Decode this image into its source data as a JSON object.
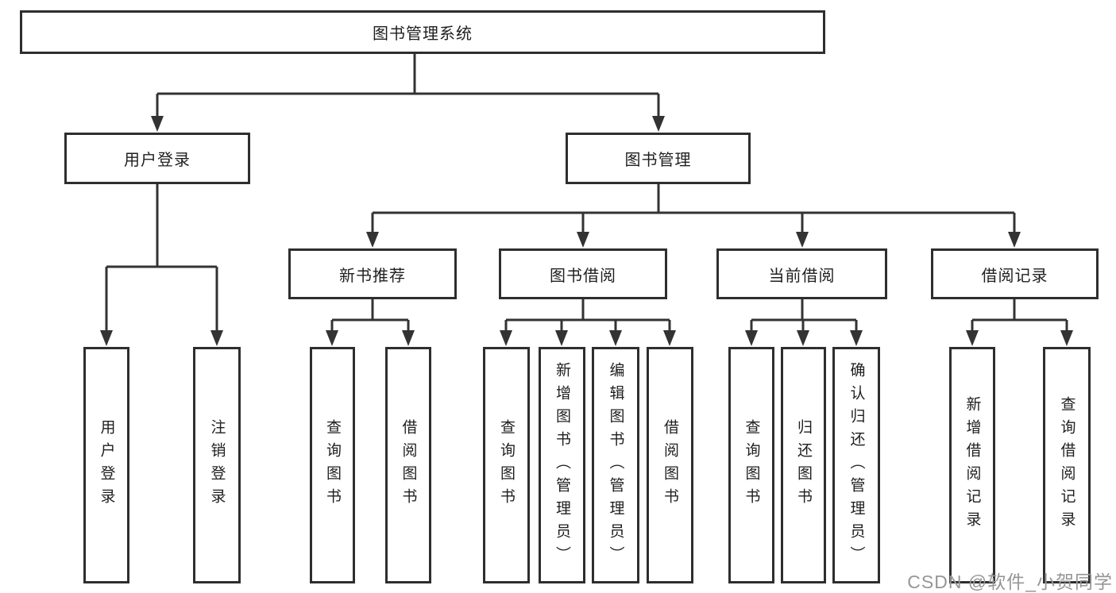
{
  "diagram": {
    "root": {
      "label": "图书管理系统"
    },
    "branches": [
      {
        "label": "用户登录",
        "children": [
          {
            "label": "用户登录"
          },
          {
            "label": "注销登录"
          }
        ]
      },
      {
        "label": "图书管理",
        "children": [
          {
            "label": "新书推荐",
            "children": [
              {
                "label": "查询图书"
              },
              {
                "label": "借阅图书"
              }
            ]
          },
          {
            "label": "图书借阅",
            "children": [
              {
                "label": "查询图书"
              },
              {
                "label": "新增图书（管理员）"
              },
              {
                "label": "编辑图书（管理员）"
              },
              {
                "label": "借阅图书"
              }
            ]
          },
          {
            "label": "当前借阅",
            "children": [
              {
                "label": "查询图书"
              },
              {
                "label": "归还图书"
              },
              {
                "label": "确认归还（管理员）"
              }
            ]
          },
          {
            "label": "借阅记录",
            "children": [
              {
                "label": "新增借阅记录"
              },
              {
                "label": "查询借阅记录"
              }
            ]
          }
        ]
      }
    ]
  },
  "watermark": "CSDN @软件_小贺同学",
  "colors": {
    "line": "#333333",
    "box_border": "#2e2e2e",
    "text": "#1f1f1f",
    "watermark_text": "#969696",
    "background": "#ffffff"
  }
}
